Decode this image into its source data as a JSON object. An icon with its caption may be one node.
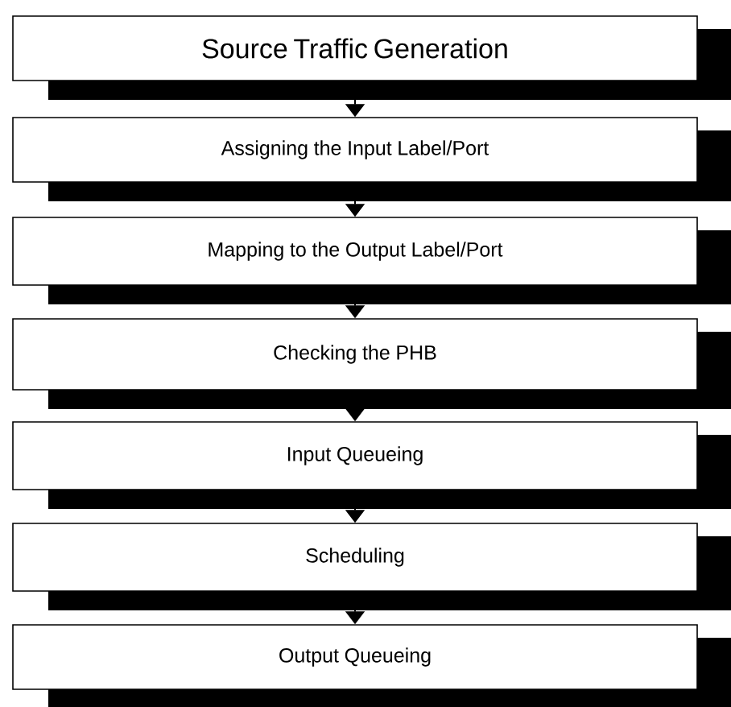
{
  "diagram": {
    "nodes": [
      {
        "text": [
          "Source Traffic Generation"
        ]
      },
      {
        "text": [
          "Assigning the Input Label/Port"
        ]
      },
      {
        "text": [
          "Mapping to the Output Label/Port"
        ]
      },
      {
        "text": [
          "Checking the PHB"
        ]
      },
      {
        "text": [
          "Input Queueing"
        ]
      },
      {
        "text": [
          "Scheduling"
        ]
      },
      {
        "text": [
          "Output Queueing"
        ]
      }
    ],
    "edges": [
      {
        "from": 0,
        "to": 1,
        "arrow": "to"
      },
      {
        "from": 1,
        "to": 2,
        "arrow": "to"
      },
      {
        "from": 2,
        "to": 3,
        "arrow": "to"
      },
      {
        "from": 3,
        "to": 4,
        "arrow": "to"
      },
      {
        "from": 4,
        "to": 5,
        "arrow": "to"
      },
      {
        "from": 5,
        "to": 6,
        "arrow": "to"
      }
    ]
  }
}
